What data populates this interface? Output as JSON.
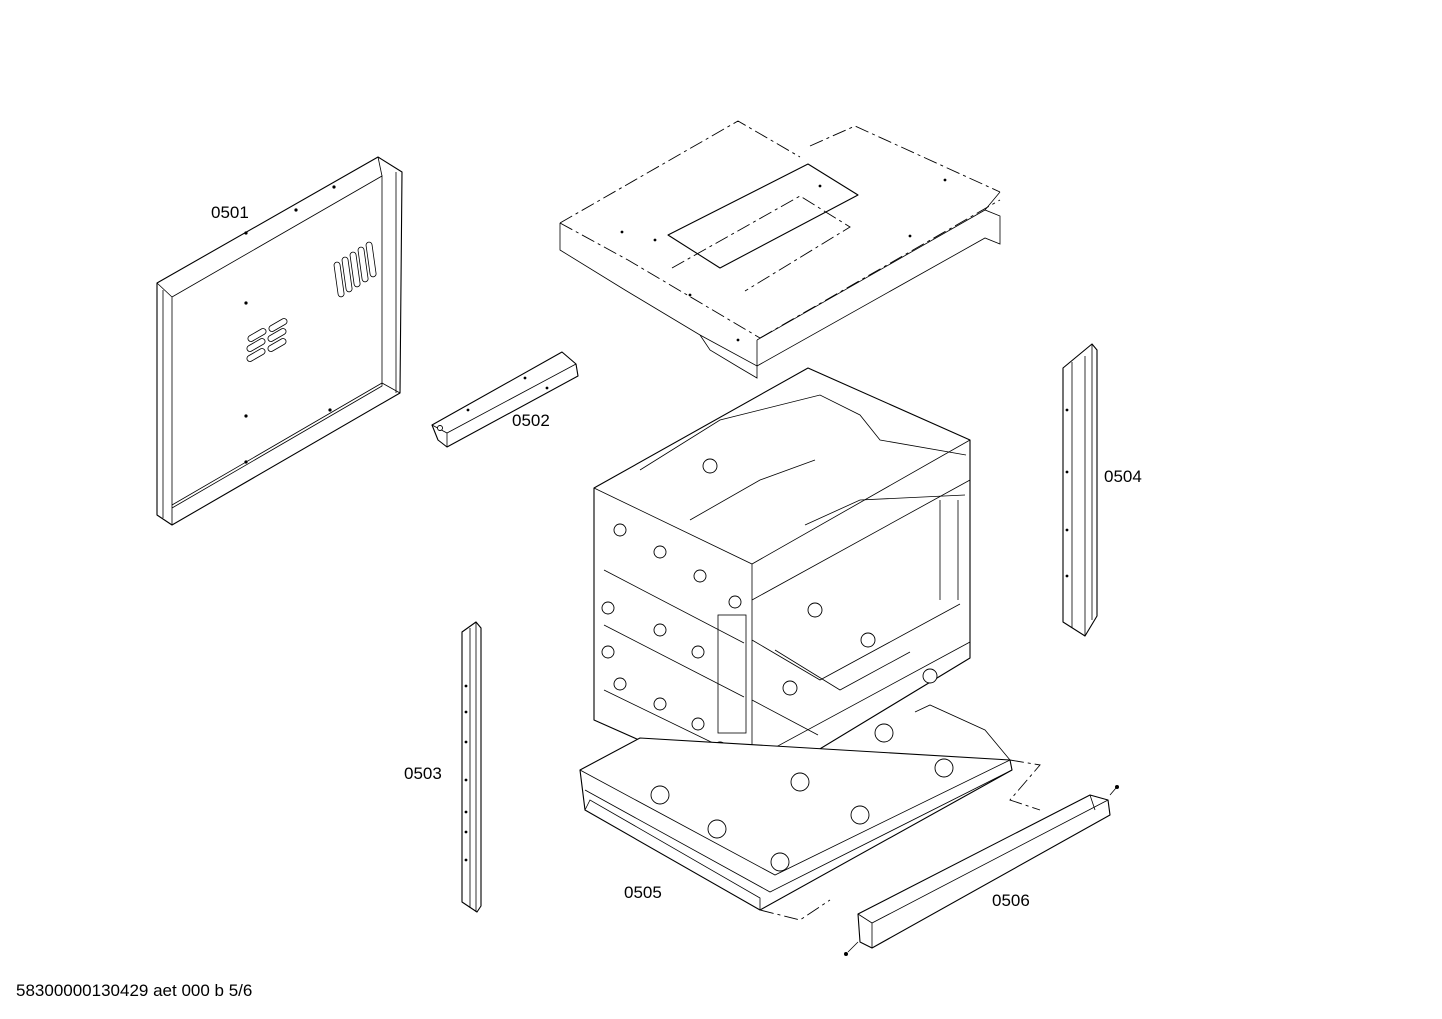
{
  "parts": [
    {
      "id": "0501"
    },
    {
      "id": "0502"
    },
    {
      "id": "0503"
    },
    {
      "id": "0504"
    },
    {
      "id": "0505"
    },
    {
      "id": "0506"
    }
  ],
  "footer": "58300000130429 aet 000 b 5/6"
}
